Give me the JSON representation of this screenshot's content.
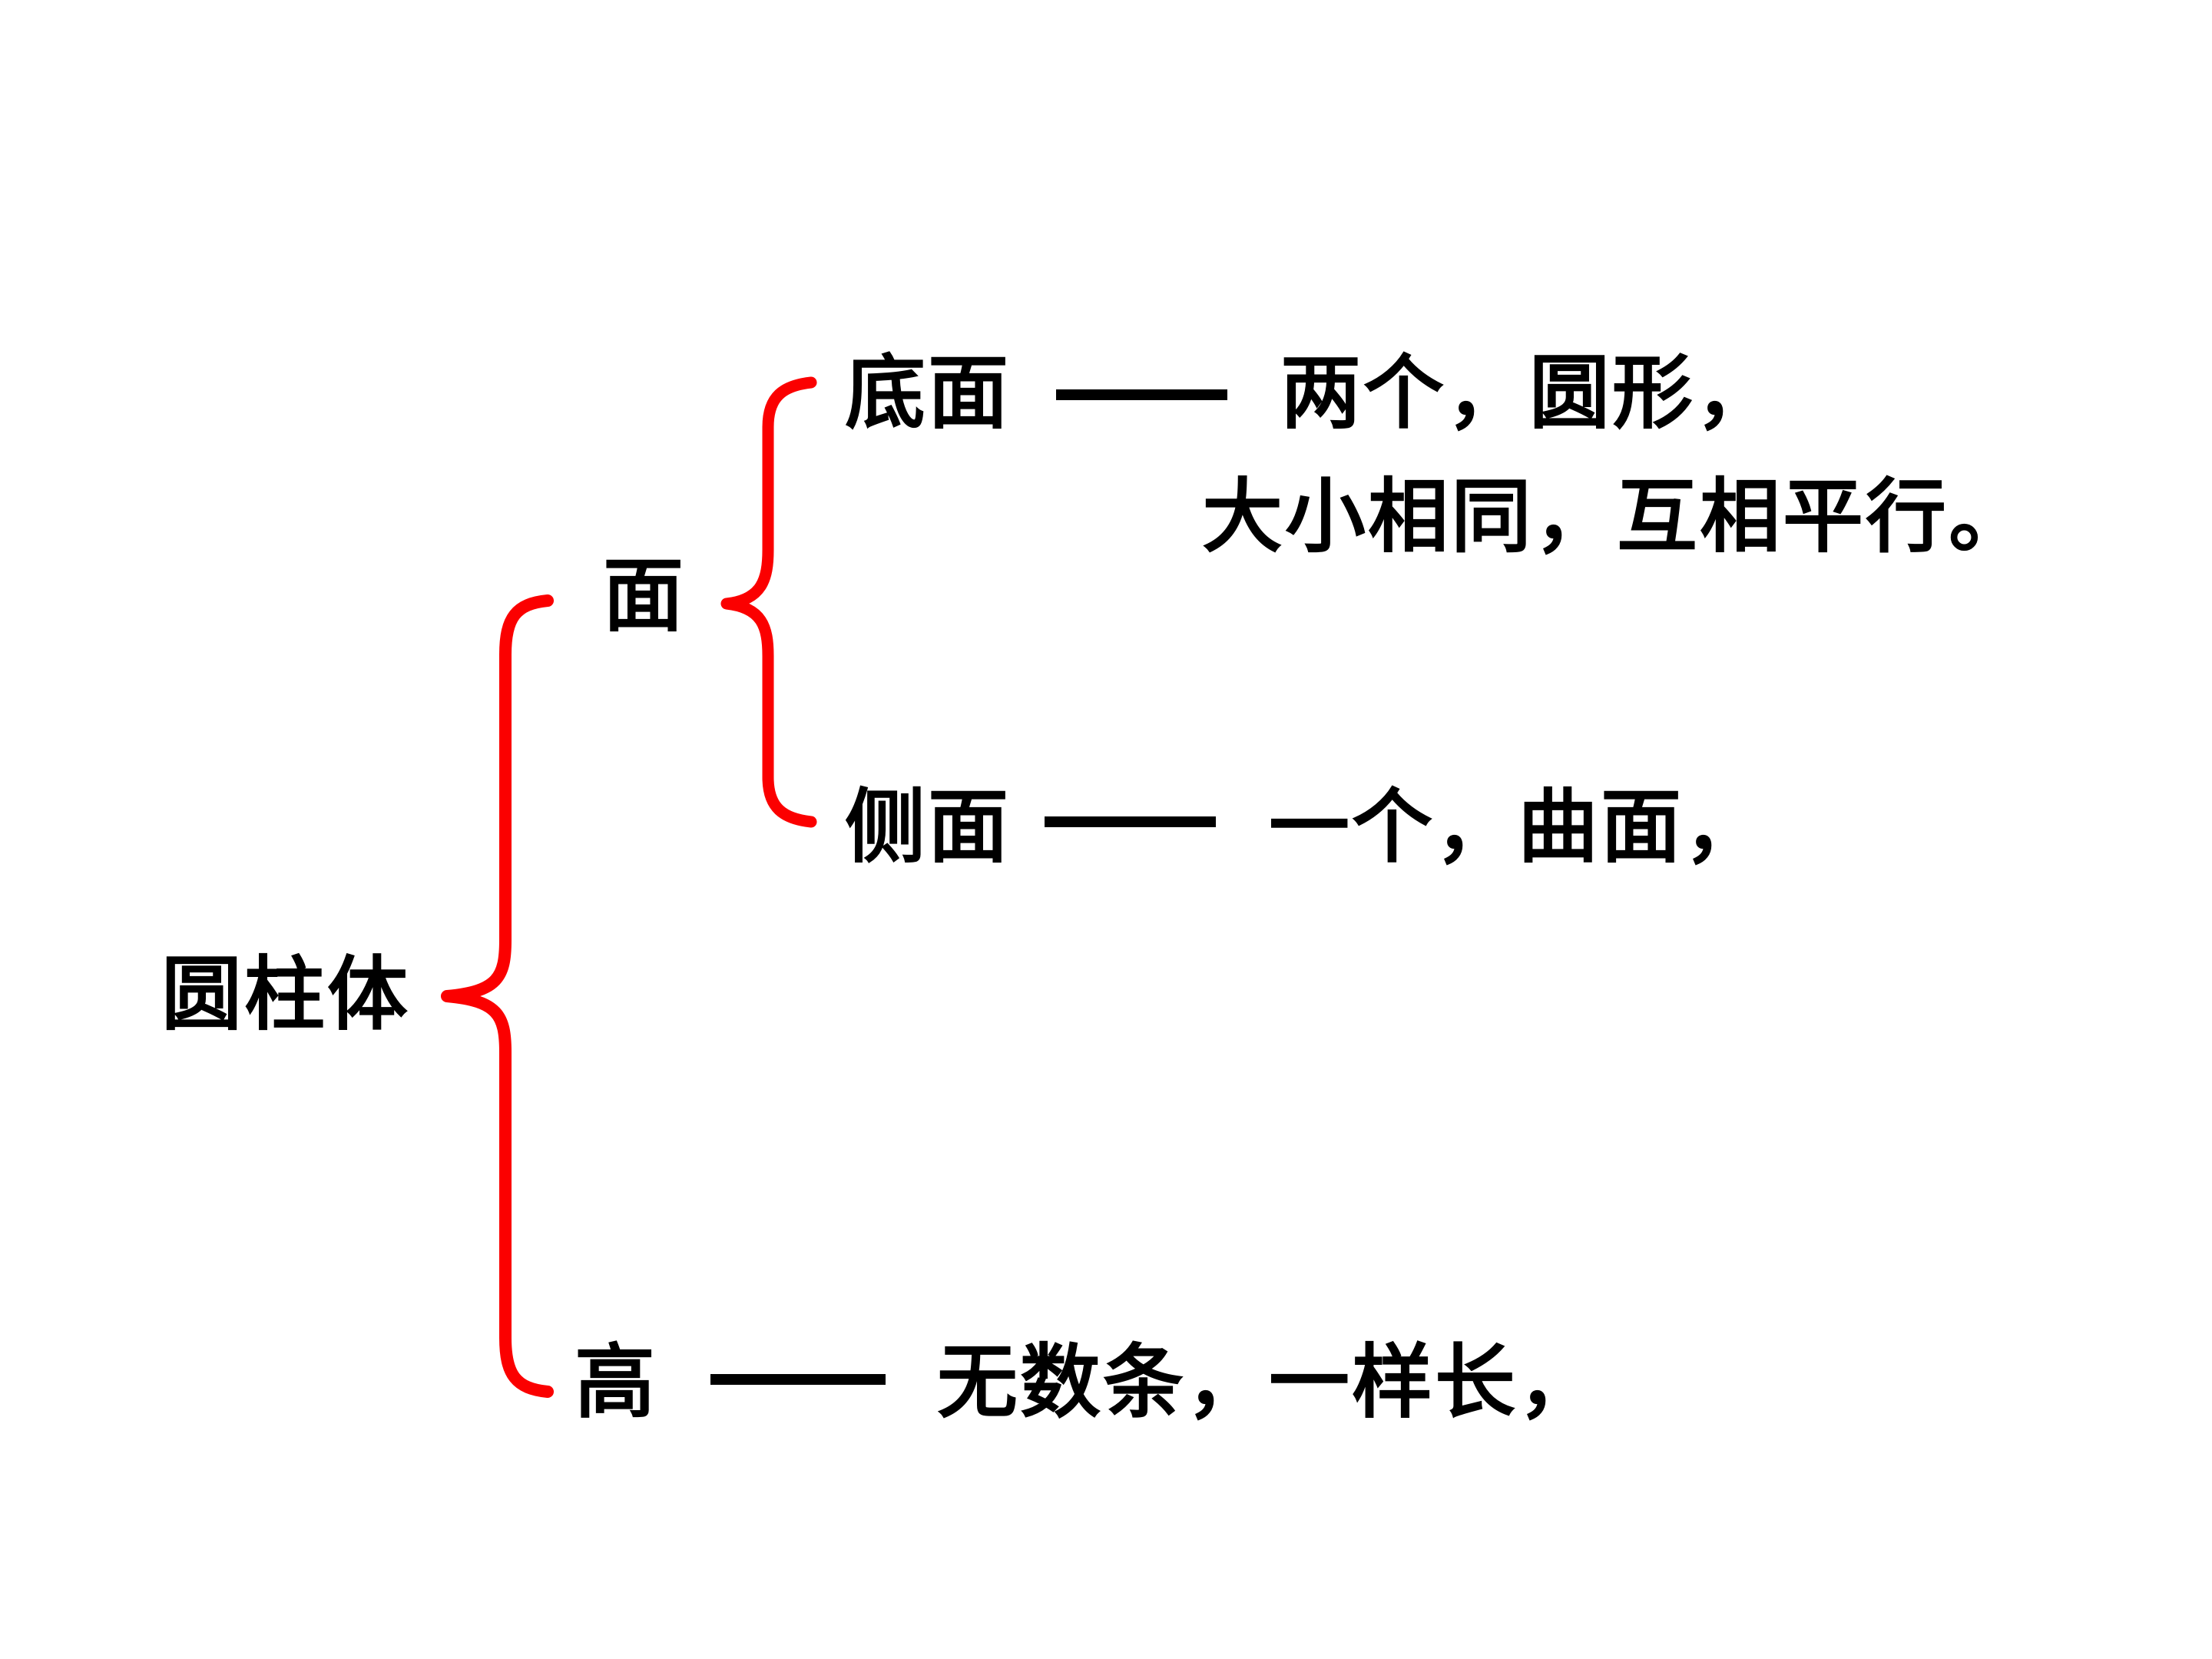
{
  "slide": {
    "background_color": "#ffffff",
    "text_color": "#000000",
    "brace_color": "#fb0000",
    "dash_color": "#000000",
    "root": {
      "label": "圆柱体"
    },
    "faces_branch": {
      "label": "面",
      "bottom_face": {
        "label": "底面",
        "connector": "——",
        "desc_line1": "两个，圆形，",
        "desc_line2": "大小相同，互相平行。"
      },
      "side_face": {
        "label": "侧面",
        "connector": "——",
        "desc": "一个，曲面，"
      }
    },
    "height_branch": {
      "label": "高",
      "connector": "——",
      "desc": "无数条，一样长，"
    }
  }
}
